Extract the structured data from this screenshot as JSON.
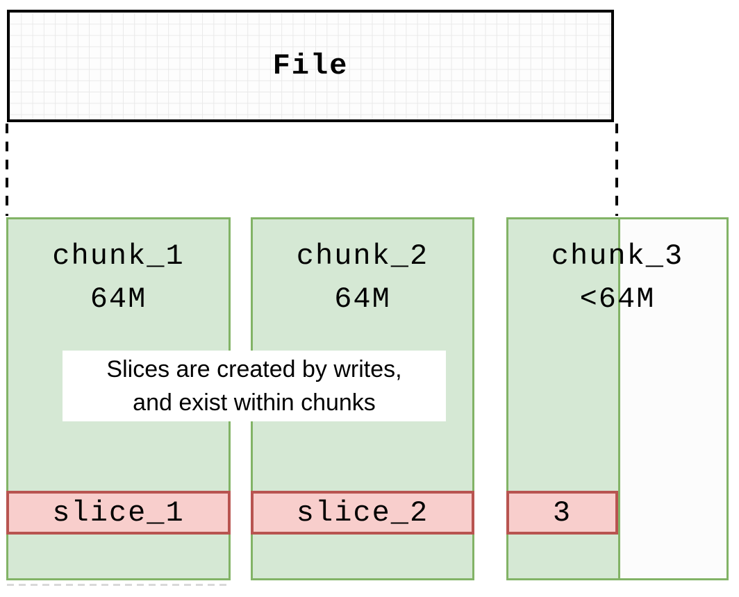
{
  "diagram": {
    "file_box": {
      "label": "File"
    },
    "chunks": [
      {
        "name": "chunk_1",
        "size": "64M",
        "slice_label": "slice_1"
      },
      {
        "name": "chunk_2",
        "size": "64M",
        "slice_label": "slice_2"
      },
      {
        "name": "chunk_3",
        "size": "<64M",
        "slice_label": "3"
      }
    ],
    "annotation": {
      "line1": "Slices are created by writes,",
      "line2": "and exist within chunks"
    },
    "colors": {
      "chunk_border": "#82b366",
      "chunk_fill": "#d5e8d4",
      "slice_border": "#b85450",
      "slice_fill": "#f8cecc",
      "file_border": "#000000",
      "grid_line": "#e9e9e9",
      "text": "#000000"
    }
  }
}
